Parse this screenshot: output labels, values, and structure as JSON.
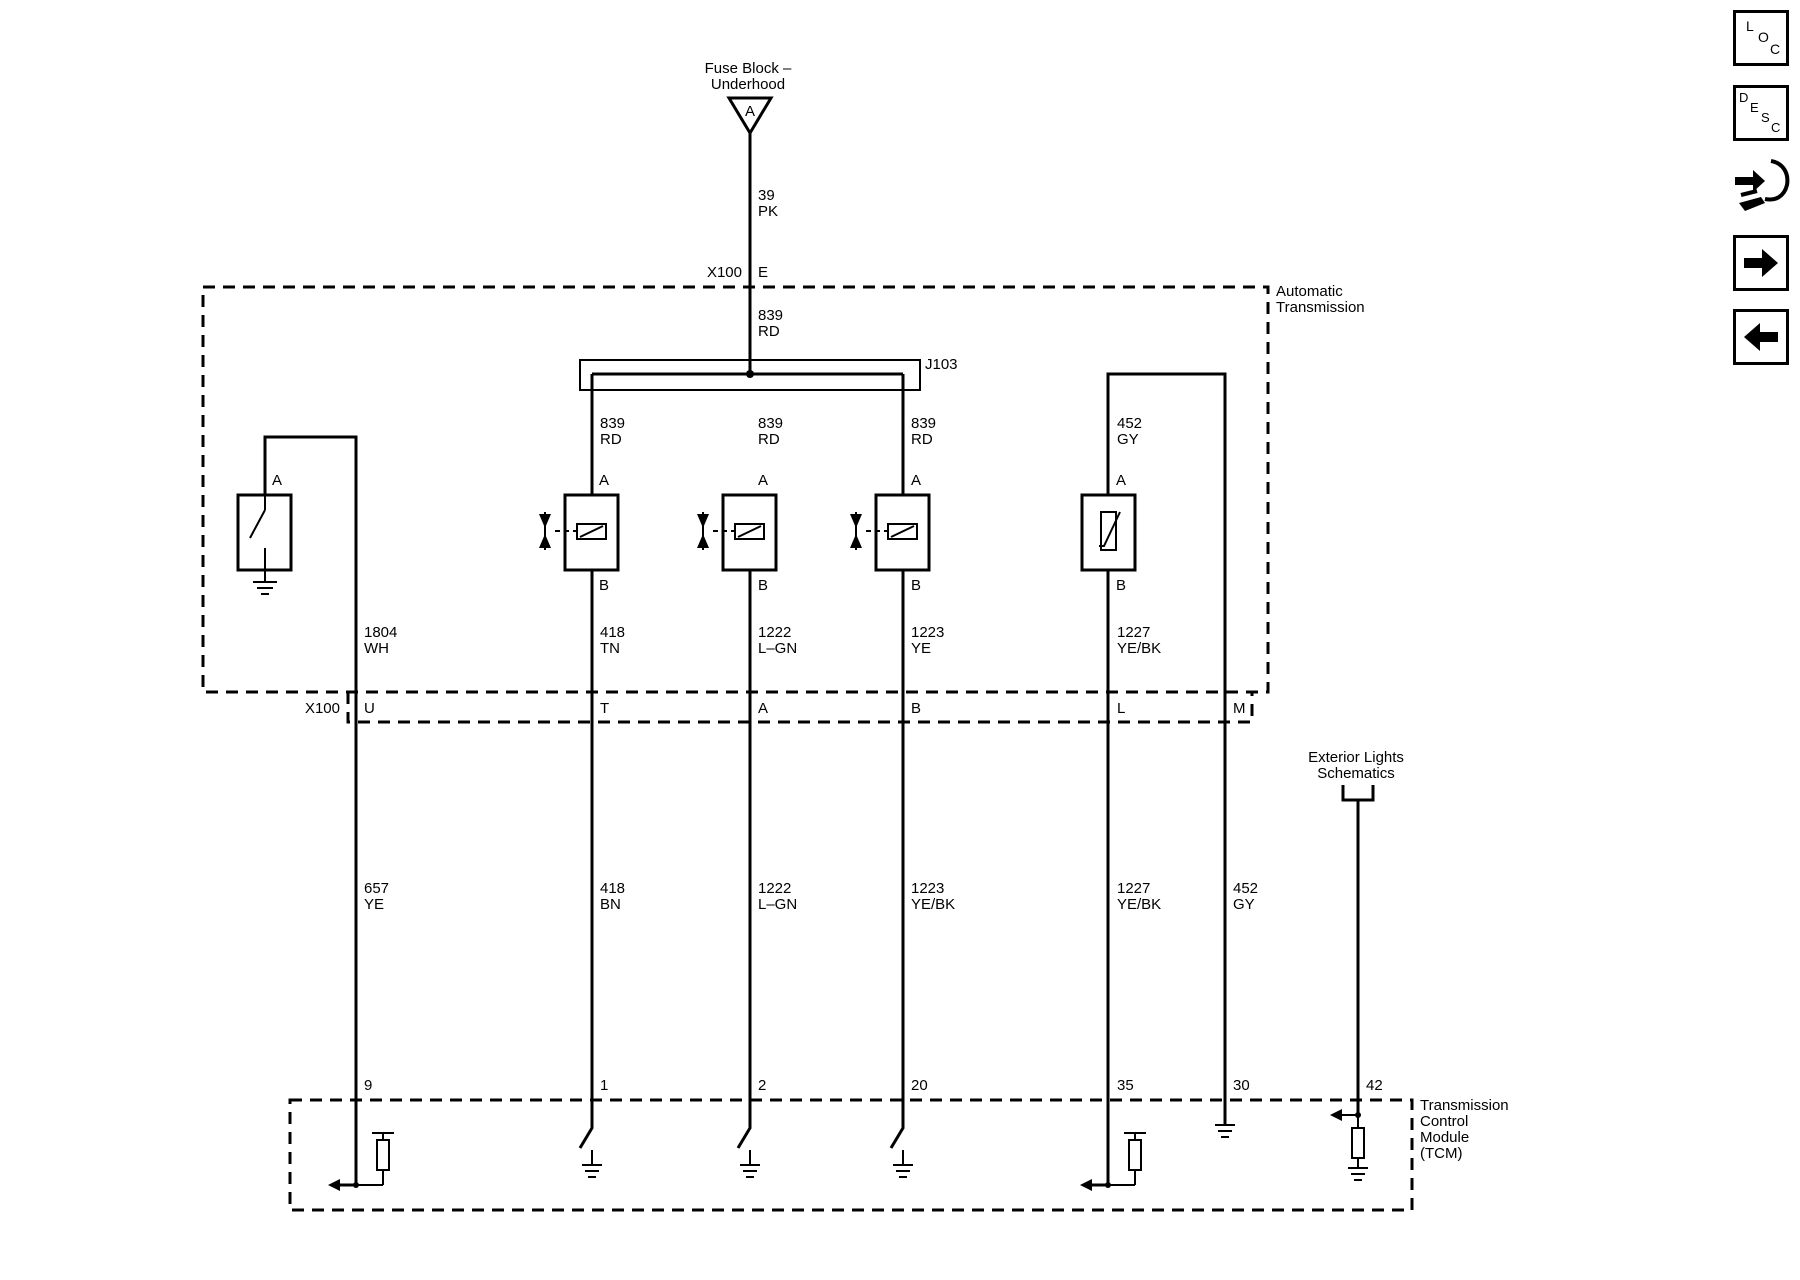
{
  "fuse_block": {
    "line1": "Fuse Block –",
    "line2": "Underhood",
    "pin": "A"
  },
  "wire_top": {
    "circuit": "39",
    "color": "PK"
  },
  "connector_top": {
    "name": "X100",
    "pin": "E"
  },
  "automatic_transmission": {
    "line1": "Automatic",
    "line2": "Transmission"
  },
  "wire_feed": {
    "circuit": "839",
    "color": "RD"
  },
  "splice": {
    "name": "J103"
  },
  "component_labels": {
    "switch_pin": "A",
    "sol1_pin_a": "A",
    "sol1_pin_b": "B",
    "sol2_pin_a": "A",
    "sol2_pin_b": "B",
    "sol3_pin_a": "A",
    "sol3_pin_b": "B",
    "temp_pin_a": "A",
    "temp_pin_b": "B"
  },
  "inner_wires": [
    {
      "circuit": "839",
      "color": "RD"
    },
    {
      "circuit": "839",
      "color": "RD"
    },
    {
      "circuit": "839",
      "color": "RD"
    },
    {
      "circuit": "452",
      "color": "GY"
    }
  ],
  "lower_inner_wires": [
    {
      "circuit": "1804",
      "color": "WH"
    },
    {
      "circuit": "418",
      "color": "TN"
    },
    {
      "circuit": "1222",
      "color": "L–GN"
    },
    {
      "circuit": "1223",
      "color": "YE"
    },
    {
      "circuit": "1227",
      "color": "YE/BK"
    }
  ],
  "connector_bottom": {
    "name": "X100",
    "pins": [
      "U",
      "T",
      "A",
      "B",
      "L",
      "M"
    ]
  },
  "harness_wires": [
    {
      "circuit": "657",
      "color": "YE"
    },
    {
      "circuit": "418",
      "color": "BN"
    },
    {
      "circuit": "1222",
      "color": "L–GN"
    },
    {
      "circuit": "1223",
      "color": "YE/BK"
    },
    {
      "circuit": "1227",
      "color": "YE/BK"
    },
    {
      "circuit": "452",
      "color": "GY"
    }
  ],
  "exterior_lights": {
    "line1": "Exterior Lights",
    "line2": "Schematics"
  },
  "tcm_pins": [
    "9",
    "1",
    "2",
    "20",
    "35",
    "30",
    "42"
  ],
  "tcm": {
    "line1": "Transmission",
    "line2": "Control",
    "line3": "Module",
    "line4": "(TCM)"
  },
  "nav": {
    "loc": {
      "l": "L",
      "o": "O",
      "c": "C"
    },
    "desc": {
      "d": "D",
      "e": "E",
      "s": "S",
      "c": "C"
    }
  }
}
